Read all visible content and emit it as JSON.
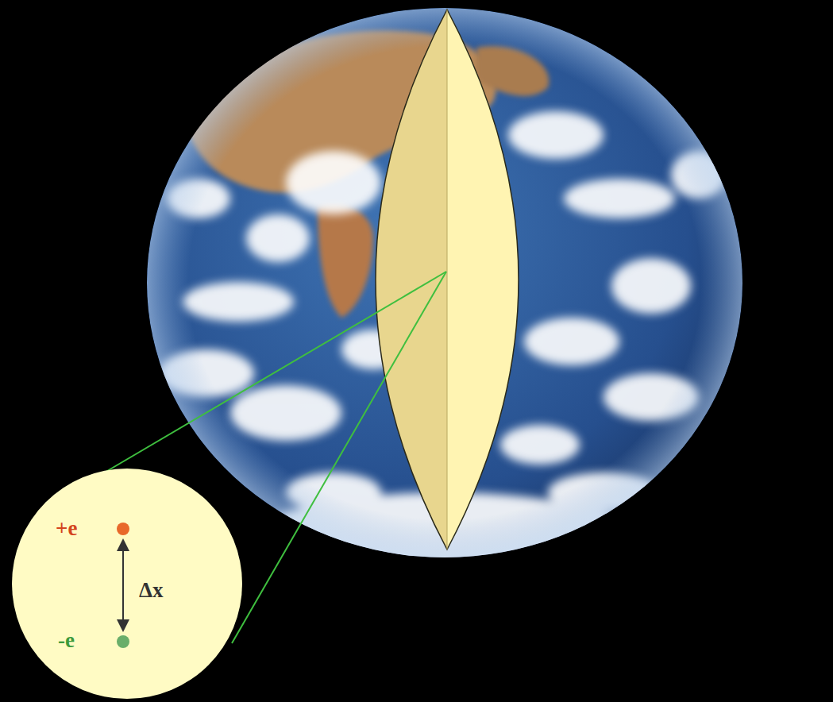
{
  "diagram": {
    "nodes": [
      {
        "text": [
          "+e",
          "Δx",
          "-e"
        ]
      }
    ]
  }
}
